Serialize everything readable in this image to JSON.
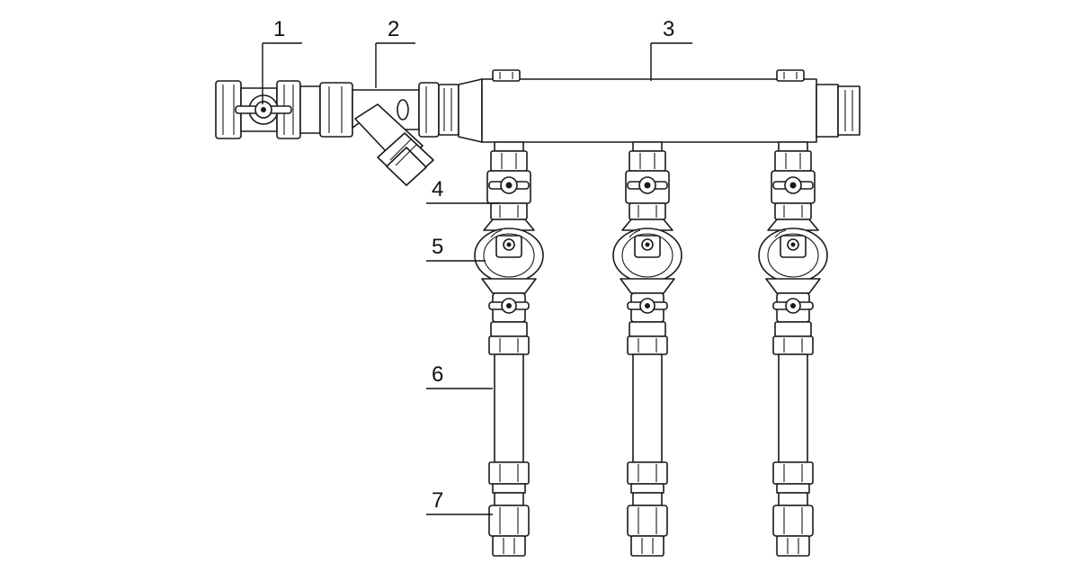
{
  "diagram": {
    "callouts": [
      {
        "id": "1",
        "text": "1"
      },
      {
        "id": "2",
        "text": "2"
      },
      {
        "id": "3",
        "text": "3"
      },
      {
        "id": "4",
        "text": "4"
      },
      {
        "id": "5",
        "text": "5"
      },
      {
        "id": "6",
        "text": "6"
      },
      {
        "id": "7",
        "text": "7"
      }
    ],
    "outlet_count": 3
  }
}
